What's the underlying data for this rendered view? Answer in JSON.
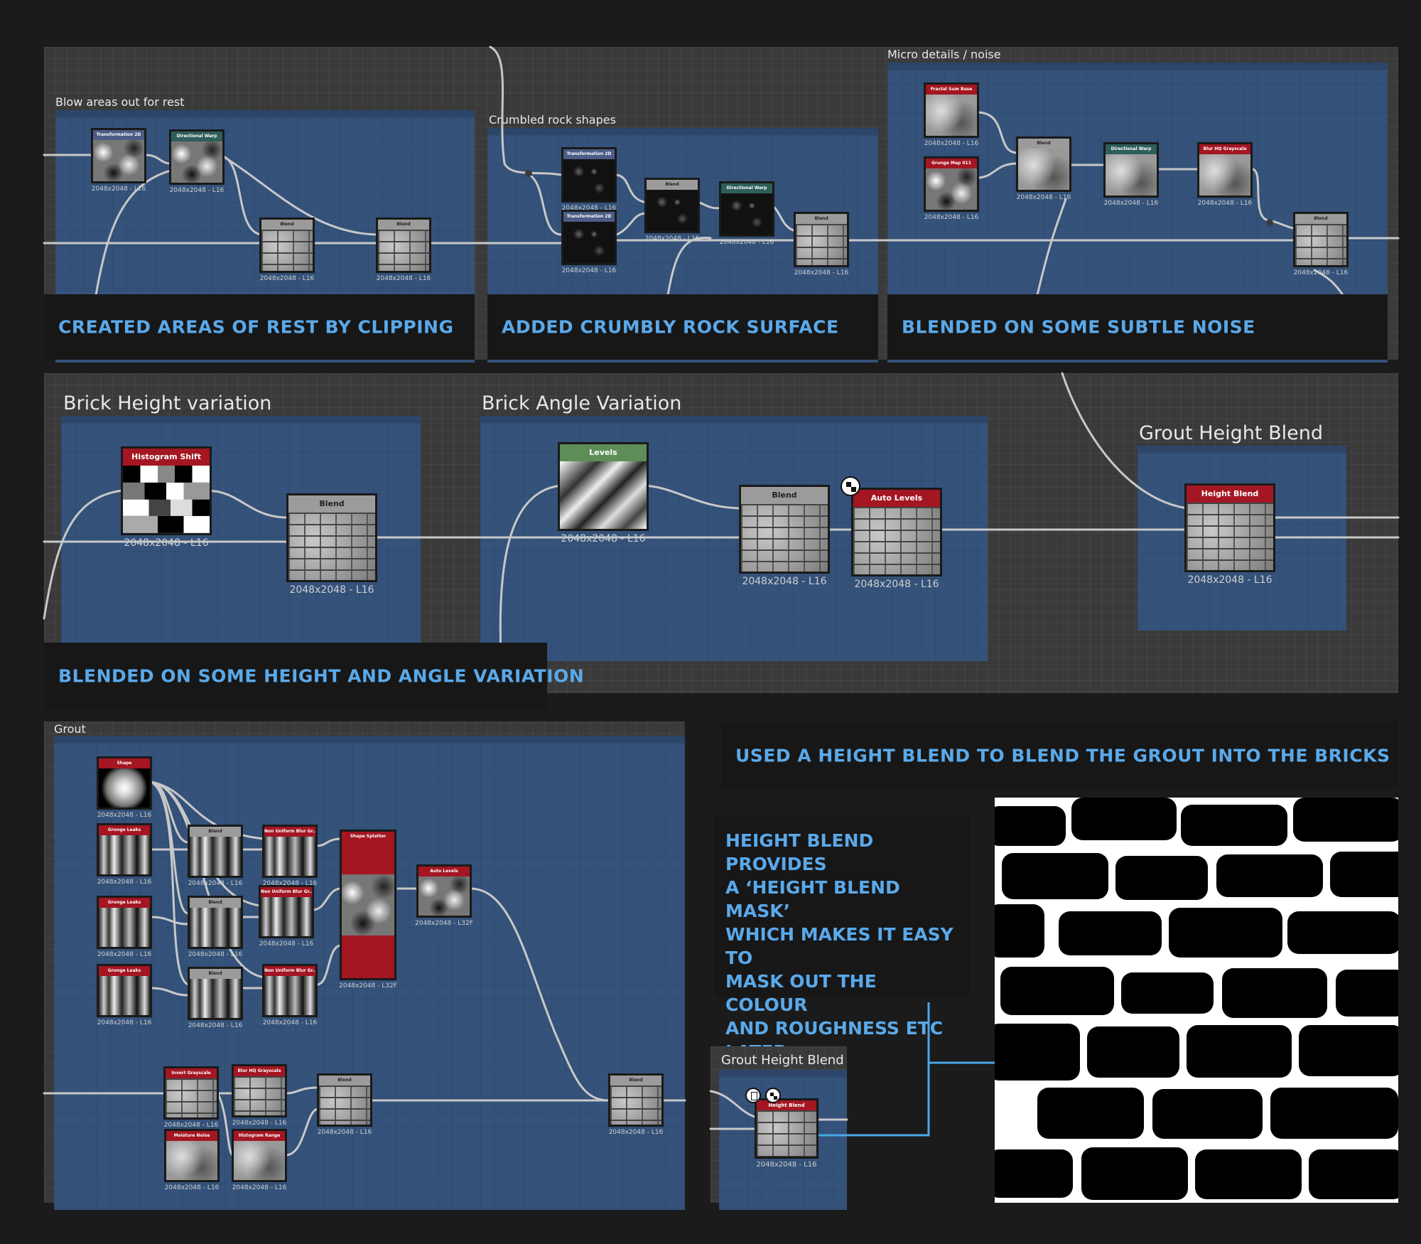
{
  "top_row": {
    "frames": {
      "blow": "Blow areas out for rest",
      "crumbled": "Crumbled rock shapes",
      "micro": "Micro details / noise"
    },
    "captions": {
      "clipping": "CREATED AREAS OF REST BY CLIPPING",
      "crumbly": "ADDED CRUMBLY ROCK SURFACE",
      "noise": "BLENDED ON SOME SUBTLE NOISE"
    },
    "nodes": {
      "transformation_1": "Transformation 2D",
      "directional_warp_1": "Directional Warp",
      "blend_1": "Blend",
      "blend_2": "Blend",
      "transformation_2": "Transformation 2D",
      "transformation_3": "Transformation 2D",
      "blend_3": "Blend",
      "directional_warp_2": "Directional Warp",
      "blend_4": "Blend",
      "fractal_sum_base": "Fractal Sum Base",
      "grunge_map": "Grunge Map 011",
      "blend_5": "Blend",
      "directional_warp_3": "Directional Warp",
      "blur_hq": "Blur HQ Grayscale",
      "blend_6": "Blend"
    },
    "res": "2048x2048 - L16"
  },
  "middle_row": {
    "frames": {
      "height": "Brick Height variation",
      "angle": "Brick Angle Variation",
      "grout_blend": "Grout Height Blend"
    },
    "caption": "BLENDED ON SOME HEIGHT AND ANGLE VARIATION",
    "nodes": {
      "histogram_shift": "Histogram Shift",
      "blend_a": "Blend",
      "levels": "Levels",
      "blend_b": "Blend",
      "auto_levels": "Auto Levels",
      "height_blend": "Height Blend"
    },
    "res": "2048x2048 - L16"
  },
  "grout": {
    "frame": "Grout",
    "nodes": {
      "shape": "Shape",
      "grunge_1": "Grunge Leaks",
      "grunge_2": "Grunge Leaks",
      "grunge_3": "Grunge Leaks",
      "blend_g1": "Blend",
      "blend_g2": "Blend",
      "blend_g3": "Blend",
      "nub_1": "Non Uniform Blur Gr...",
      "nub_2": "Non Uniform Blur Gr...",
      "nub_3": "Non Uniform Blur Gr...",
      "shape_splatter": "Shape Splatter",
      "auto_levels": "Auto Levels",
      "invert": "Invert Grayscale",
      "blur_hq": "Blur HQ Grayscale",
      "moisture": "Moisture Noise",
      "histo_range": "Histogram Range",
      "blend_g4": "Blend",
      "blend_g5": "Blend"
    },
    "res_l16": "2048x2048 - L16",
    "res_l32": "2048x2048 - L32F"
  },
  "right": {
    "caption": "USED A HEIGHT BLEND TO BLEND THE GROUT INTO THE BRICKS",
    "note_lines": [
      "HEIGHT BLEND PROVIDES",
      "A ‘HEIGHT BLEND MASK’",
      "WHICH MAKES IT EASY TO",
      "MASK OUT THE COLOUR",
      "AND ROUGHNESS ETC",
      "LATER"
    ],
    "inset_frame": "Grout Height Blend",
    "inset_node": "Height Blend",
    "res": "2048x2048 - L16"
  },
  "colors": {
    "caption_text": "#5aa9ea",
    "frame": "#34527a",
    "header_red": "#a31622",
    "connector": "#4aa8e8"
  }
}
